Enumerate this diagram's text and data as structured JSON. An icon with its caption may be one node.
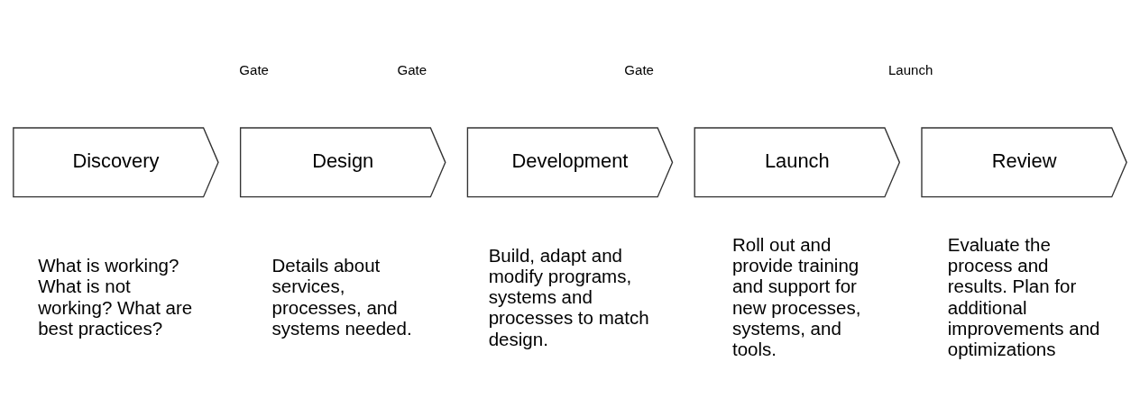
{
  "diagram": {
    "nodes": [
      {
        "text": [
          "Discovery"
        ],
        "beside": [
          "What is working? What is not working? What are best practices?"
        ]
      },
      {
        "text": [
          "Design"
        ],
        "beside": [
          "Details about services, processes, and systems needed."
        ]
      },
      {
        "text": [
          "Development"
        ],
        "beside": [
          "Build, adapt and modify programs, systems and processes to match design."
        ]
      },
      {
        "text": [
          "Launch"
        ],
        "beside": [
          "Roll out and provide training and support for new processes, systems, and tools."
        ]
      },
      {
        "text": [
          "Review"
        ],
        "beside": [
          "Evaluate the process and results. Plan for additional improvements and optimizations"
        ]
      }
    ],
    "edges": [],
    "labels": [
      "Gate",
      "Gate",
      "Gate",
      "Launch"
    ]
  }
}
